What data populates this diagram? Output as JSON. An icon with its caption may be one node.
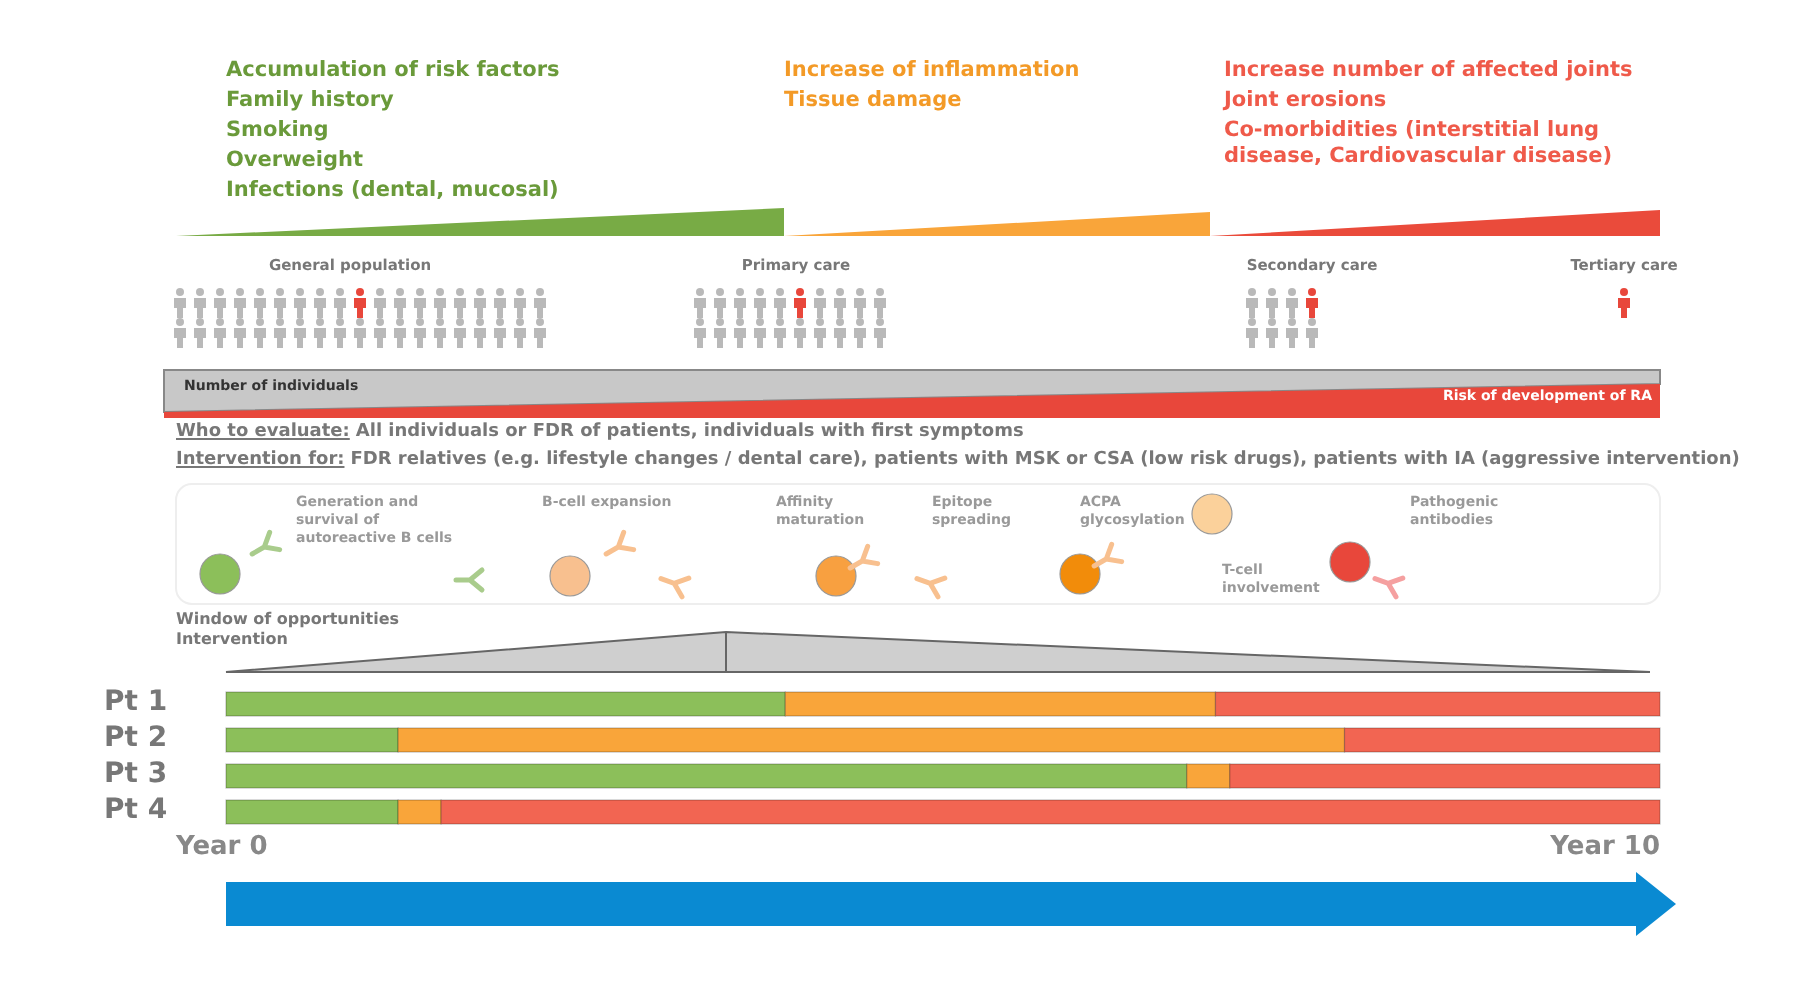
{
  "diagram": {
    "labels": [
      "Accumulation of risk factors",
      "Family history",
      "Smoking",
      "Overweight",
      "Infections (dental, mucosal)",
      "Increase of inflammation",
      "Tissue damage",
      "Increase number of affected joints",
      "Joint erosions",
      "Co-morbidities (interstitial lung disease, Cardiovascular disease)",
      "General population",
      "Primary care",
      "Secondary care",
      "Tertiary care",
      "Number of individuals",
      "Risk of development of RA",
      "Who to evaluate:",
      "All individuals or FDR of patients, individuals with first symptoms",
      "Intervention for:",
      "FDR relatives (e.g. lifestyle changes / dental care), patients with MSK or CSA (low risk drugs), patients with IA (aggressive intervention)",
      "Generation and survival of autoreactive B cells",
      "B-cell expansion",
      "Affinity maturation",
      "Epitope spreading",
      "ACPA glycosylation",
      "T-cell involvement",
      "Pathogenic antibodies",
      "Window of opportunities Intervention",
      "Pt 1",
      "Pt 2",
      "Pt 3",
      "Pt 4",
      "Year 0",
      "Year 10"
    ]
  }
}
